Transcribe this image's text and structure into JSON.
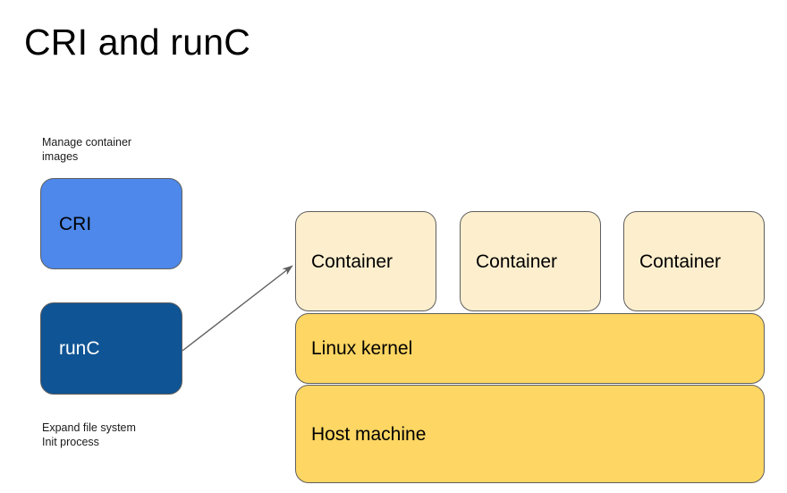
{
  "slide": {
    "title": "CRI and runC",
    "background_color": "#ffffff"
  },
  "notes": {
    "top": "Manage container\nimages",
    "bottom": "Expand file system\nInit process"
  },
  "left_column": {
    "cri": {
      "label": "CRI",
      "fill_color": "#4d88ea",
      "text_color": "#000000",
      "border_color": "#5f5f5f"
    },
    "runc": {
      "label": "runC",
      "fill_color": "#0f5494",
      "text_color": "#ffffff",
      "border_color": "#5f5f5f"
    }
  },
  "stack": {
    "containers": [
      {
        "label": "Container"
      },
      {
        "label": "Container"
      },
      {
        "label": "Container"
      }
    ],
    "container_fill_color": "#fdefce",
    "kernel": {
      "label": "Linux kernel",
      "fill_color": "#fdd663"
    },
    "host": {
      "label": "Host machine",
      "fill_color": "#fdd663"
    }
  },
  "connector": {
    "name": "runc-to-container-arrow",
    "from": "runC",
    "to": "Container",
    "color": "#5f5f5f"
  }
}
